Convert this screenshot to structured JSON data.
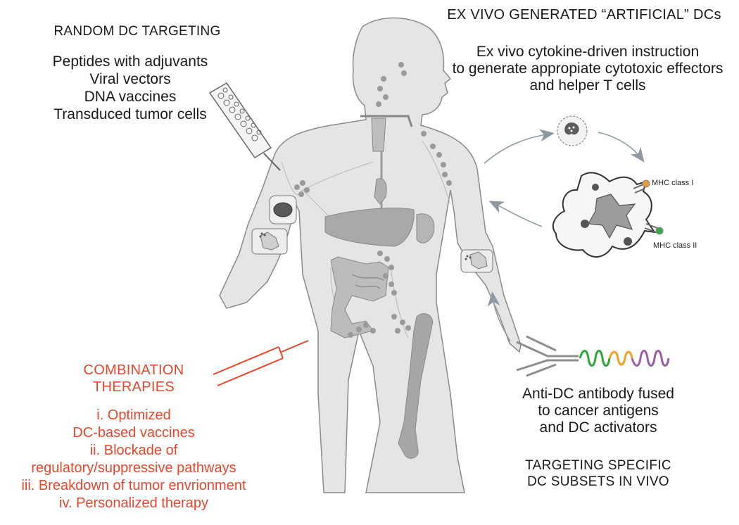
{
  "random_targeting": {
    "title": "RANDOM DC TARGETING",
    "items": [
      "Peptides with adjuvants",
      "Viral vectors",
      "DNA vaccines",
      "Transduced tumor cells"
    ]
  },
  "ex_vivo": {
    "title": "EX VIVO GENERATED “ARTIFICIAL” DCs",
    "lines": [
      "Ex vivo cytokine-driven instruction",
      "to generate appropiate cytotoxic effectors",
      "and helper T cells"
    ]
  },
  "mhc": {
    "class1": "MHC class I",
    "class2": "MHC class II"
  },
  "antibody": {
    "lines": [
      "Anti-DC antibody fused",
      "to cancer antigens",
      "and DC activators"
    ]
  },
  "targeting_specific": {
    "lines": [
      "TARGETING SPECIFIC",
      "DC SUBSETS IN VIVO"
    ]
  },
  "combination": {
    "title_lines": [
      "COMBINATION",
      "THERAPIES"
    ],
    "items": [
      "i. Optimized",
      "DC-based vaccines",
      "ii. Blockade of",
      "regulatory/suppressive pathways",
      "iii. Breakdown of tumor envrionment",
      "iv. Personalized therapy"
    ]
  },
  "colors": {
    "accent_red": "#e8452c",
    "body_fill": "#e4e4e4",
    "organ_fill": "#a9a9a9",
    "node": "#9a9a9a",
    "mhc1": "#e89a3c",
    "mhc2": "#3aa84a",
    "peptide_green": "#2fa53a",
    "peptide_orange": "#f2a12b",
    "peptide_purple": "#9b5fa8"
  }
}
